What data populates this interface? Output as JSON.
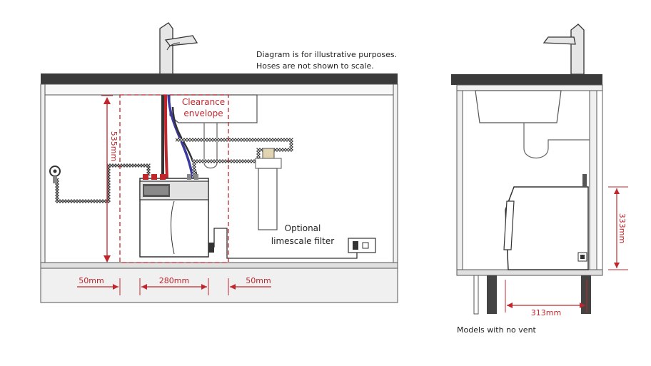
{
  "note": {
    "line1": "Diagram is for illustrative purposes.",
    "line2": "Hoses are not shown to scale."
  },
  "clearance": {
    "line1": "Clearance",
    "line2": "envelope"
  },
  "filter": {
    "line1": "Optional",
    "line2": "limescale filter"
  },
  "dimensions": {
    "height_front": "535mm",
    "left_gap": "50mm",
    "unit_width": "280mm",
    "right_gap": "50mm",
    "height_side": "333mm",
    "depth_side": "313mm"
  },
  "caption": "Models with no vent",
  "colors": {
    "accent_red": "#c0272d",
    "hot_hose": "#c0272d",
    "cold_hose": "#3a3aa0",
    "benchtop": "#3a3a3a",
    "cabinet_fill": "#f0f0f0",
    "outline": "#333333"
  }
}
